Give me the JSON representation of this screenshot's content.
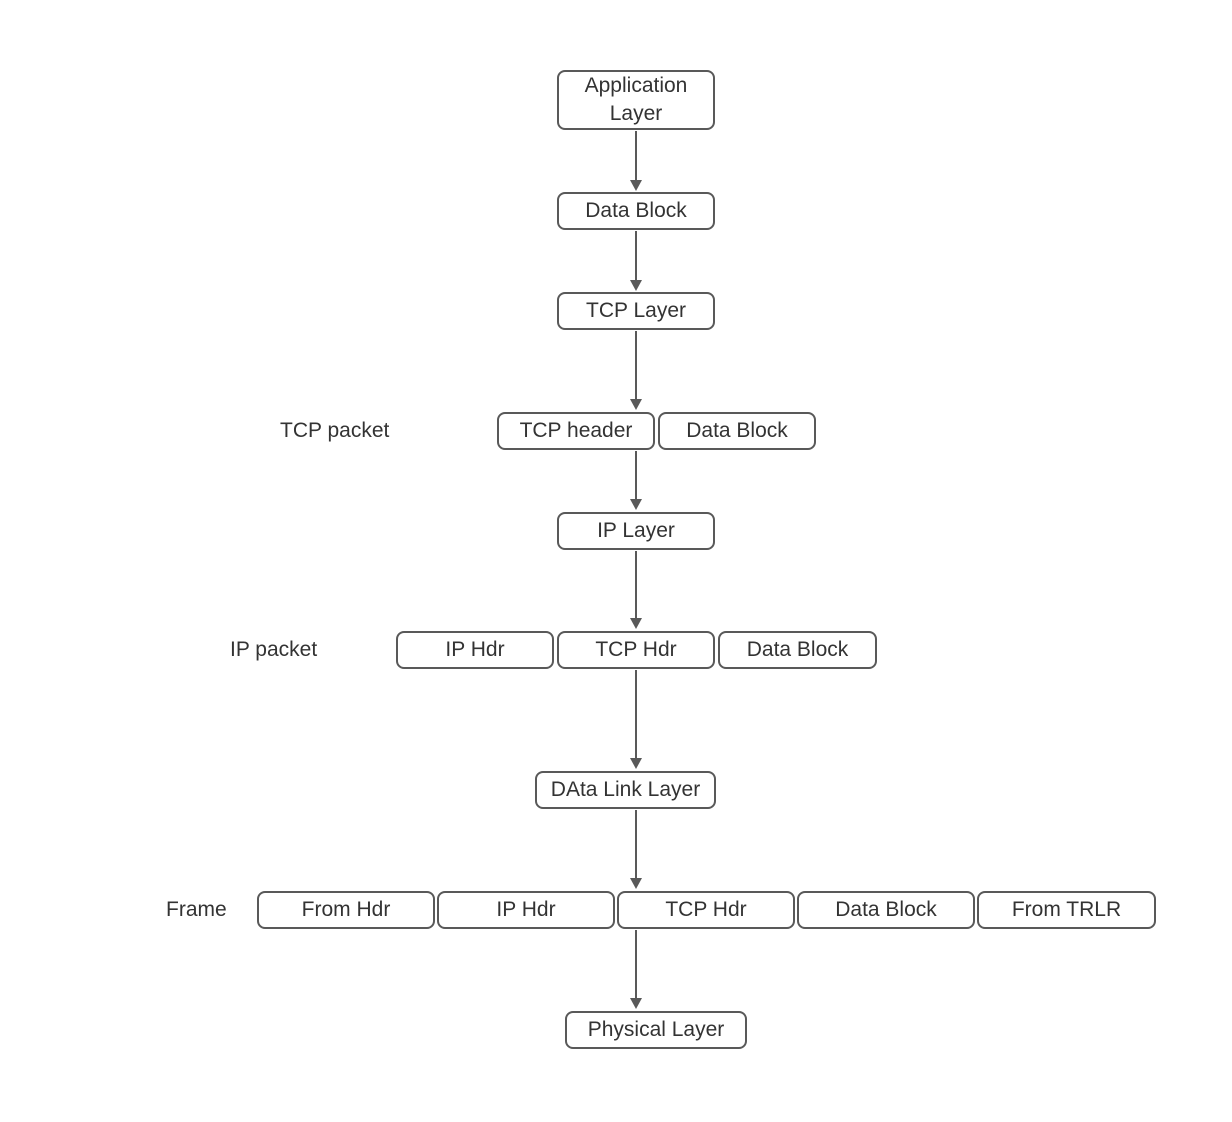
{
  "colors": {
    "canvas": "#ffffff",
    "box_border": "#595959",
    "box_fill": "#ffffff",
    "text": "#333333",
    "arrow": "#595959"
  },
  "nodes": {
    "application_layer": "Application\nLayer",
    "data_block": "Data Block",
    "tcp_layer": "TCP Layer",
    "ip_layer": "IP Layer",
    "data_link_layer": "DAta Link Layer",
    "physical_layer": "Physical Layer"
  },
  "rows": {
    "tcp_packet": {
      "label": "TCP packet",
      "boxes": [
        "TCP header",
        "Data Block"
      ]
    },
    "ip_packet": {
      "label": "IP packet",
      "boxes": [
        "IP Hdr",
        "TCP Hdr",
        "Data Block"
      ]
    },
    "frame": {
      "label": "Frame",
      "boxes": [
        "From Hdr",
        "IP Hdr",
        "TCP Hdr",
        "Data Block",
        "From TRLR"
      ]
    }
  }
}
